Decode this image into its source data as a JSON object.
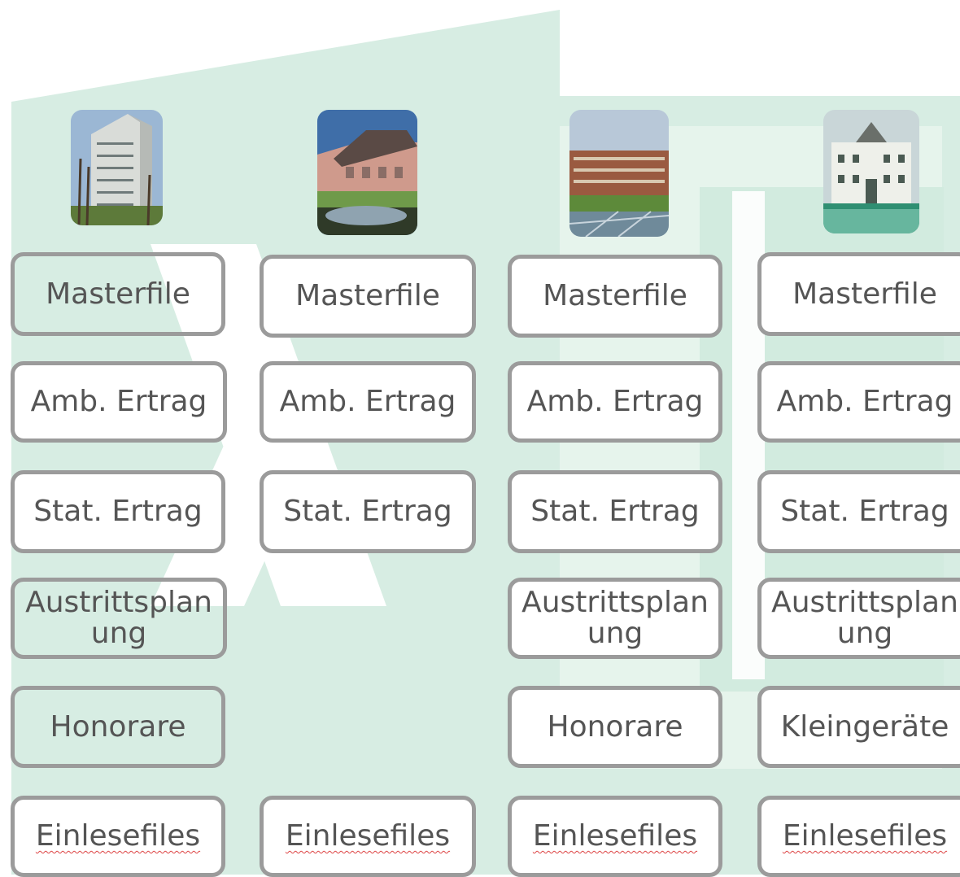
{
  "colors": {
    "watermark": "#d7ede3",
    "border": "#9b9b9b",
    "text": "#555555"
  },
  "columns": [
    {
      "photo_icon": "tower-building-photo",
      "buttons": {
        "masterfile": "Masterfile",
        "amb_ertrag": "Amb. Ertrag",
        "stat_ertrag": "Stat. Ertrag",
        "austritt": "Austrittsplan\nung",
        "honorare": "Honorare",
        "einlese": "Einlesefiles"
      }
    },
    {
      "photo_icon": "pink-villa-photo",
      "buttons": {
        "masterfile": "Masterfile",
        "amb_ertrag": "Amb. Ertrag",
        "stat_ertrag": "Stat. Ertrag",
        "einlese": "Einlesefiles"
      }
    },
    {
      "photo_icon": "brick-building-photo",
      "buttons": {
        "masterfile": "Masterfile",
        "amb_ertrag": "Amb. Ertrag",
        "stat_ertrag": "Stat. Ertrag",
        "austritt": "Austrittsplan\nung",
        "honorare": "Honorare",
        "einlese": "Einlesefiles"
      }
    },
    {
      "photo_icon": "castle-photo",
      "buttons": {
        "masterfile": "Masterfile",
        "amb_ertrag": "Amb. Ertrag",
        "stat_ertrag": "Stat. Ertrag",
        "austritt": "Austrittsplan\nung",
        "kleingeraete": "Kleingeräte",
        "einlese": "Einlesefiles"
      }
    }
  ]
}
